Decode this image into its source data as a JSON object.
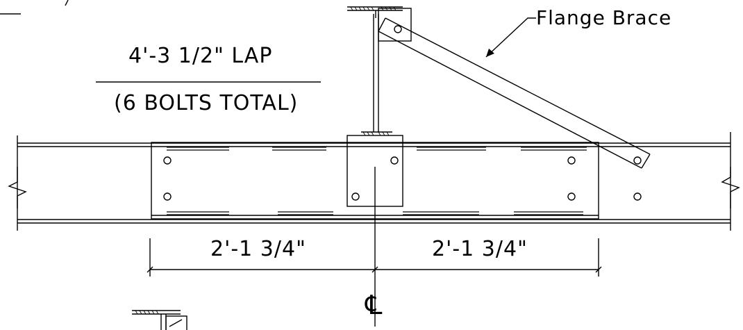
{
  "labels": {
    "flange_brace": "Flange Brace",
    "lap_length": "4'-3 1/2\" LAP",
    "bolts_total": "(6 BOLTS TOTAL)",
    "dim_left": "2'-1 3/4\"",
    "dim_right": "2'-1 3/4\"",
    "centerline": "℄"
  },
  "colors": {
    "ink": "#000000",
    "paper": "#ffffff"
  }
}
